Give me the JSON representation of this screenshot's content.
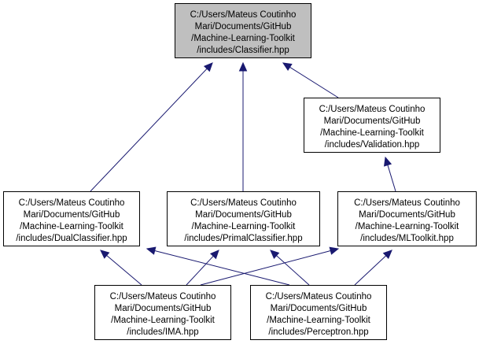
{
  "colors": {
    "root_fill": "#bfbfbf",
    "node_fill": "#ffffff",
    "edge": "#191970"
  },
  "nodes": [
    {
      "id": "classifier",
      "role": "root",
      "lines": [
        "C:/Users/Mateus Coutinho",
        "Mari/Documents/GitHub",
        "/Machine-Learning-Toolkit",
        "/includes/Classifier.hpp"
      ]
    },
    {
      "id": "validation",
      "role": "node",
      "lines": [
        "C:/Users/Mateus Coutinho",
        "Mari/Documents/GitHub",
        "/Machine-Learning-Toolkit",
        "/includes/Validation.hpp"
      ]
    },
    {
      "id": "dualclassifier",
      "role": "node",
      "lines": [
        "C:/Users/Mateus Coutinho",
        "Mari/Documents/GitHub",
        "/Machine-Learning-Toolkit",
        "/includes/DualClassifier.hpp"
      ]
    },
    {
      "id": "primalclassifier",
      "role": "node",
      "lines": [
        "C:/Users/Mateus Coutinho",
        "Mari/Documents/GitHub",
        "/Machine-Learning-Toolkit",
        "/includes/PrimalClassifier.hpp"
      ]
    },
    {
      "id": "mltoolkit",
      "role": "node",
      "lines": [
        "C:/Users/Mateus Coutinho",
        "Mari/Documents/GitHub",
        "/Machine-Learning-Toolkit",
        "/includes/MLToolkit.hpp"
      ]
    },
    {
      "id": "ima",
      "role": "node",
      "lines": [
        "C:/Users/Mateus Coutinho",
        "Mari/Documents/GitHub",
        "/Machine-Learning-Toolkit",
        "/includes/IMA.hpp"
      ]
    },
    {
      "id": "perceptron",
      "role": "node",
      "lines": [
        "C:/Users/Mateus Coutinho",
        "Mari/Documents/GitHub",
        "/Machine-Learning-Toolkit",
        "/includes/Perceptron.hpp"
      ]
    }
  ],
  "edges": [
    {
      "from": "dualclassifier",
      "to": "classifier"
    },
    {
      "from": "primalclassifier",
      "to": "classifier"
    },
    {
      "from": "validation",
      "to": "classifier"
    },
    {
      "from": "mltoolkit",
      "to": "validation"
    },
    {
      "from": "ima",
      "to": "dualclassifier"
    },
    {
      "from": "perceptron",
      "to": "dualclassifier"
    },
    {
      "from": "ima",
      "to": "primalclassifier"
    },
    {
      "from": "perceptron",
      "to": "primalclassifier"
    },
    {
      "from": "ima",
      "to": "mltoolkit"
    },
    {
      "from": "perceptron",
      "to": "mltoolkit"
    }
  ]
}
